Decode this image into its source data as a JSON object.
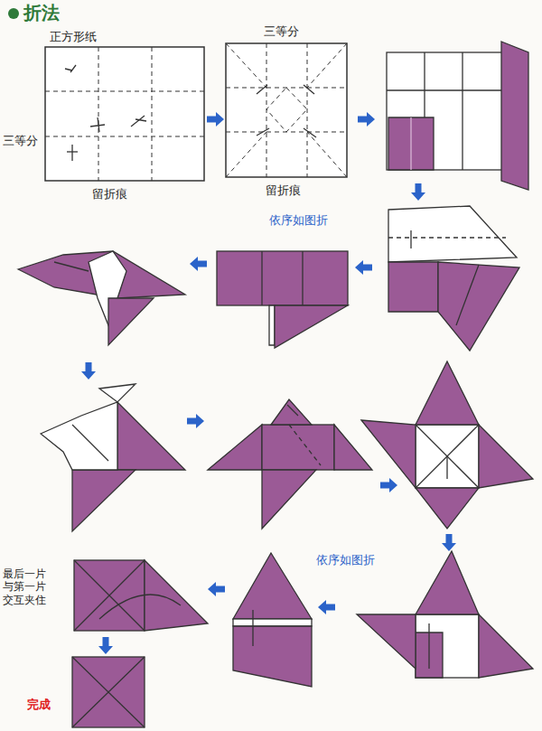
{
  "diagram": {
    "title": "折法",
    "labels": [
      "正方形纸",
      "三等分",
      "三等分",
      "留折痕",
      "留折痕",
      "依序如图折",
      "依序如图折",
      "最后一片 与第一片 交互夹住",
      "完成"
    ]
  }
}
